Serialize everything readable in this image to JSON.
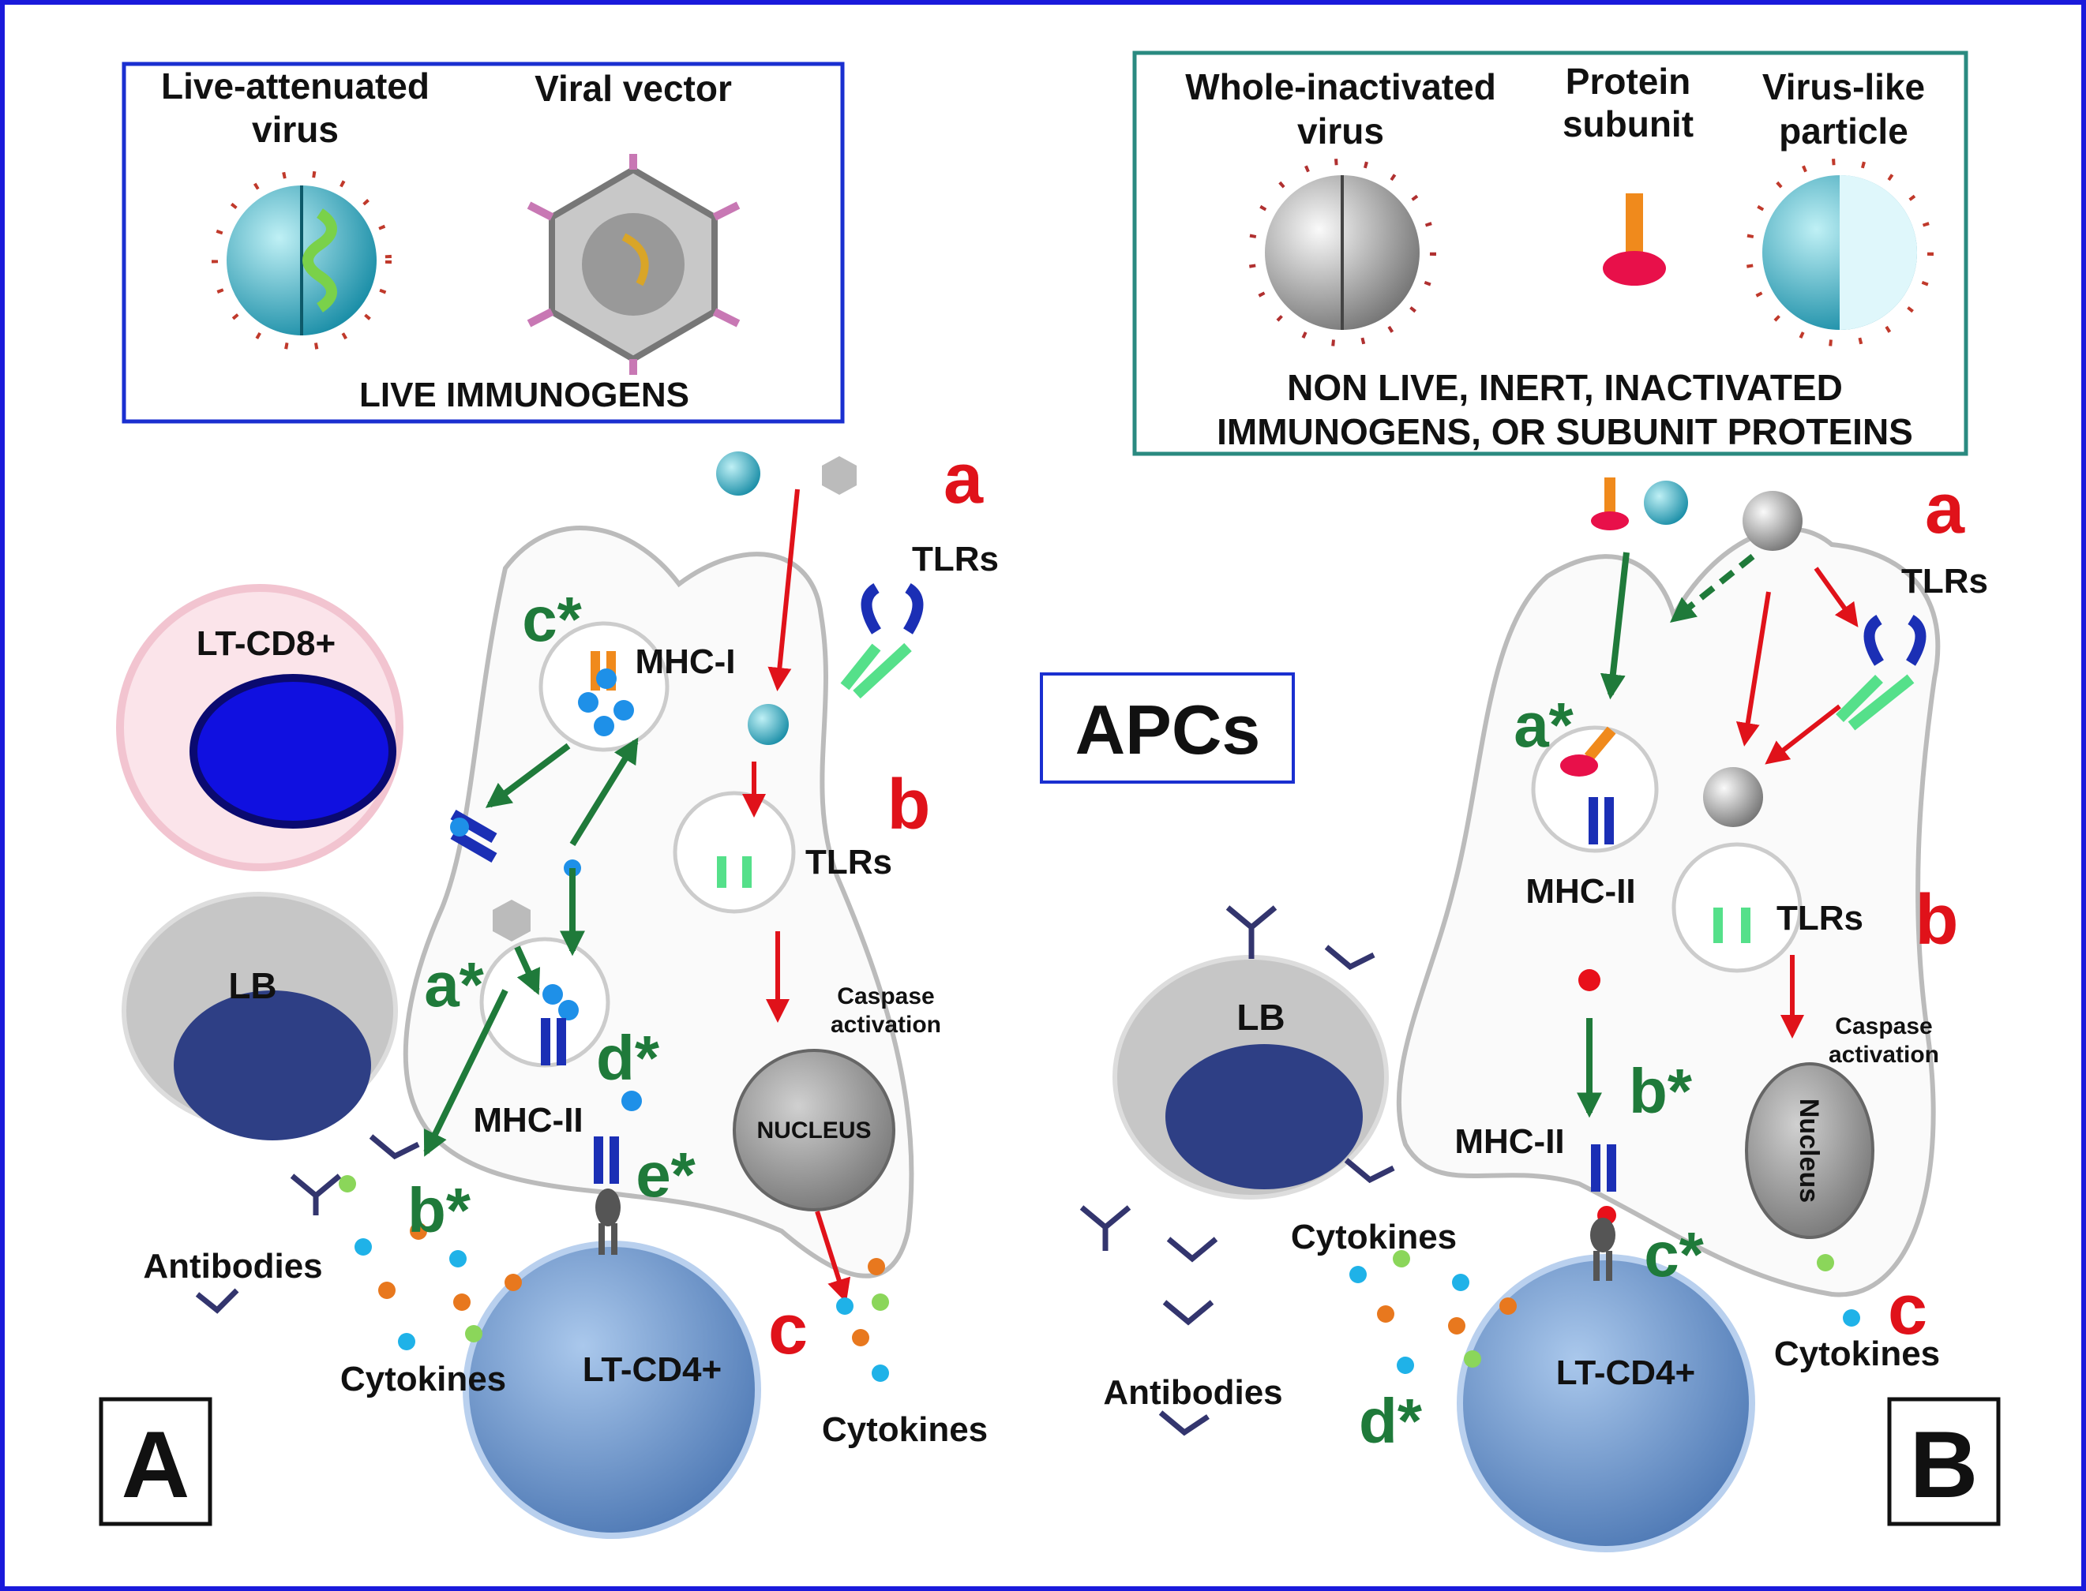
{
  "live_box": {
    "items": [
      {
        "line1": "Live-attenuated",
        "line2": "virus"
      },
      {
        "line1": "Viral vector"
      }
    ],
    "caption": "LIVE IMMUNOGENS"
  },
  "nonlive_box": {
    "items": [
      {
        "line1": "Whole-inactivated",
        "line2": "virus"
      },
      {
        "line1": "Protein",
        "line2": "subunit"
      },
      {
        "line1": "Virus-like",
        "line2": "particle"
      }
    ],
    "caption_line1": "NON LIVE, INERT, INACTIVATED",
    "caption_line2": "IMMUNOGENS, OR SUBUNIT PROTEINS"
  },
  "center_label": "APCs",
  "panel_a": {
    "panel_letter": "A",
    "lt_cd8": "LT-CD8+",
    "lb": "LB",
    "lt_cd4": "LT-CD4+",
    "nucleus": "NUCLEUS",
    "mhc1": "MHC-I",
    "mhc2": "MHC-II",
    "tlrs_surface": "TLRs",
    "tlrs_endosome": "TLRs",
    "caspase_line1": "Caspase",
    "caspase_line2": "activation",
    "antibodies": "Antibodies",
    "cytokines_left": "Cytokines",
    "cytokines_right": "Cytokines",
    "step_a": "a",
    "step_b": "b",
    "step_c": "c",
    "step_a_star": "a*",
    "step_b_star": "b*",
    "step_c_star": "c*",
    "step_d_star": "d*",
    "step_e_star": "e*"
  },
  "panel_b": {
    "panel_letter": "B",
    "lb": "LB",
    "lt_cd4": "LT-CD4+",
    "nucleus": "Nucleus",
    "mhc2_endosome": "MHC-II",
    "mhc2_surface": "MHC-II",
    "tlrs_surface": "TLRs",
    "tlrs_endosome": "TLRs",
    "caspase_line1": "Caspase",
    "caspase_line2": "activation",
    "antibodies": "Antibodies",
    "cytokines_left": "Cytokines",
    "cytokines_right": "Cytokines",
    "step_a": "a",
    "step_b": "b",
    "step_c": "c",
    "step_a_star": "a*",
    "step_b_star": "b*",
    "step_c_star": "c*",
    "step_d_star": "d*"
  },
  "colors": {
    "frame": "#1a1adb",
    "live_box": "#1a2fd0",
    "nonlive_box": "#2a8a80",
    "innate_arrow": "#e0121a",
    "adaptive_arrow": "#1f7a3a",
    "mhc": "#1b2fb5",
    "tlr": "#55e08a"
  }
}
